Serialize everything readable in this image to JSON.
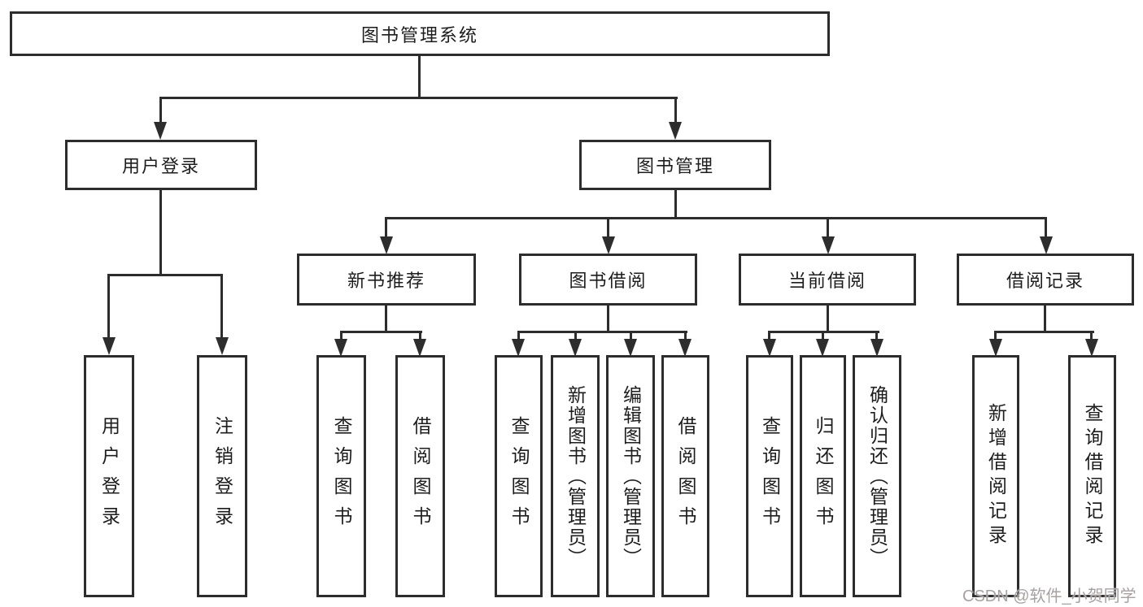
{
  "page": {
    "background": "#ffffff",
    "watermark": "CSDN @软件_小贺同学"
  },
  "colors": {
    "line": "#2d2d2d",
    "text": "#1d1d1d",
    "watermark": "#a8a1a1"
  },
  "tree": {
    "label": "图书管理系统",
    "children": [
      {
        "label": "用户登录",
        "children": [
          {
            "label": "用户登录"
          },
          {
            "label": "注销登录"
          }
        ]
      },
      {
        "label": "图书管理",
        "children": [
          {
            "label": "新书推荐",
            "children": [
              {
                "label": "查询图书"
              },
              {
                "label": "借阅图书"
              }
            ]
          },
          {
            "label": "图书借阅",
            "children": [
              {
                "label": "查询图书"
              },
              {
                "label": "新增图书（管理员）"
              },
              {
                "label": "编辑图书（管理员）"
              },
              {
                "label": "借阅图书"
              }
            ]
          },
          {
            "label": "当前借阅",
            "children": [
              {
                "label": "查询图书"
              },
              {
                "label": "归还图书"
              },
              {
                "label": "确认归还（管理员）"
              }
            ]
          },
          {
            "label": "借阅记录",
            "children": [
              {
                "label": "新增借阅记录"
              },
              {
                "label": "查询借阅记录"
              }
            ]
          }
        ]
      }
    ]
  }
}
